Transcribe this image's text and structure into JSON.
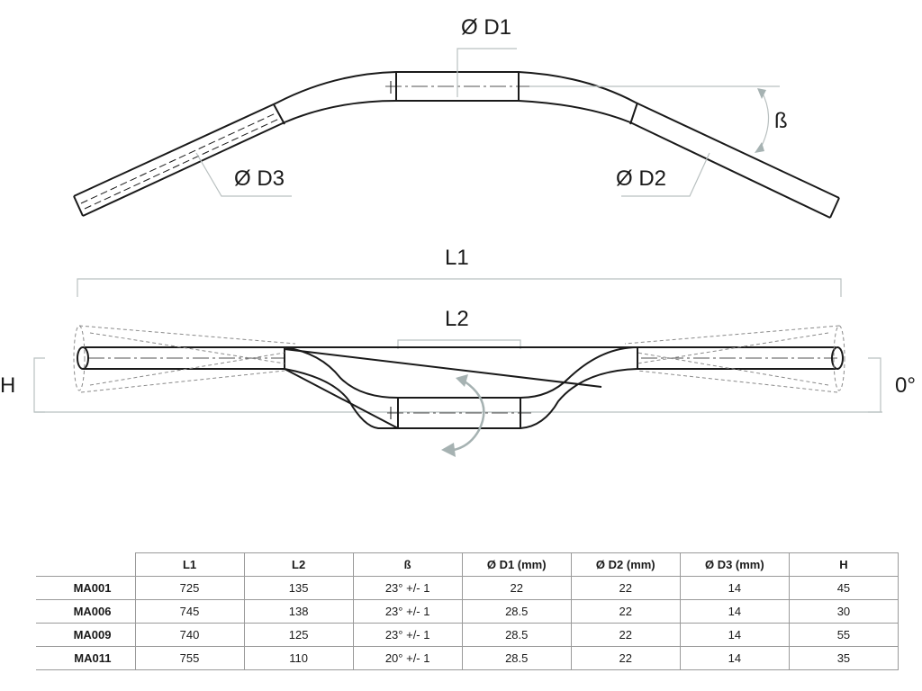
{
  "labels": {
    "d1": "Ø D1",
    "d2": "Ø D2",
    "d3": "Ø D3",
    "beta": "ß",
    "l1": "L1",
    "l2": "L2",
    "h": "H",
    "zero": "0°"
  },
  "table": {
    "headers": [
      "L1",
      "L2",
      "ß",
      "Ø D1 (mm)",
      "Ø D2 (mm)",
      "Ø D3 (mm)",
      "H"
    ],
    "rows": [
      {
        "model": "MA001",
        "values": [
          "725",
          "135",
          "23° +/- 1",
          "22",
          "22",
          "14",
          "45"
        ]
      },
      {
        "model": "MA006",
        "values": [
          "745",
          "138",
          "23° +/- 1",
          "28.5",
          "22",
          "14",
          "30"
        ]
      },
      {
        "model": "MA009",
        "values": [
          "740",
          "125",
          "23° +/- 1",
          "28.5",
          "22",
          "14",
          "55"
        ]
      },
      {
        "model": "MA011",
        "values": [
          "755",
          "110",
          "20° +/- 1",
          "28.5",
          "22",
          "14",
          "35"
        ]
      }
    ]
  },
  "colors": {
    "line": "#1a1a1a",
    "dimension": "#b9c0c0",
    "arrow": "#a6b2b2"
  }
}
